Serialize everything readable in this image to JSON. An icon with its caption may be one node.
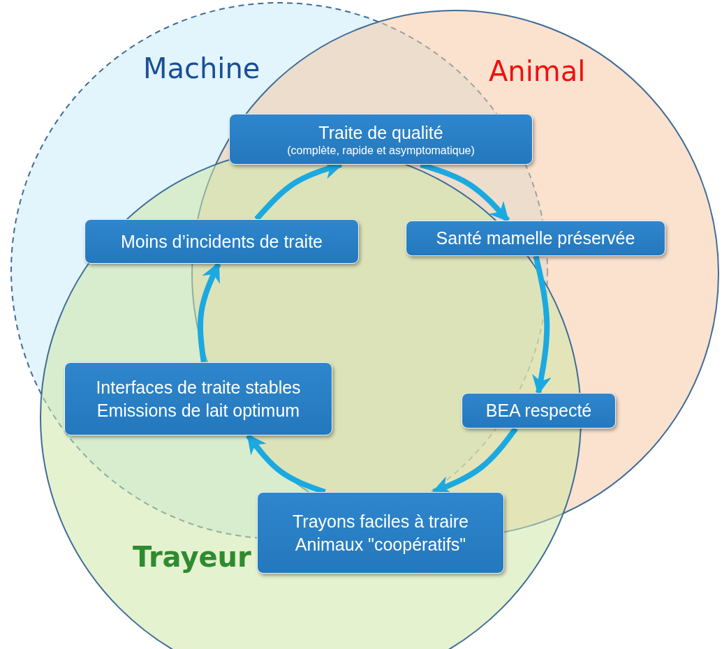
{
  "diagram": {
    "nodes": [
      {
        "text": [
          "Machine"
        ]
      },
      {
        "text": [
          "Animal"
        ]
      },
      {
        "text": [
          "Trayeur"
        ]
      },
      {
        "text": [
          "Traite de qualité",
          "(complète, rapide et asymptomatique)"
        ]
      },
      {
        "text": [
          "Santé mamelle préservée"
        ]
      },
      {
        "text": [
          "BEA respecté"
        ]
      },
      {
        "text": [
          "Trayons faciles à traire",
          "Animaux \"coopératifs\""
        ]
      },
      {
        "text": [
          "Interfaces de traite stables",
          "Emissions de lait optimum"
        ]
      },
      {
        "text": [
          "Moins d’incidents de traite"
        ]
      }
    ],
    "edges": [
      {
        "from": 3,
        "to": 4,
        "arrow": "to"
      },
      {
        "from": 4,
        "to": 5,
        "arrow": "to"
      },
      {
        "from": 5,
        "to": 6,
        "arrow": "to"
      },
      {
        "from": 6,
        "to": 7,
        "arrow": "to"
      },
      {
        "from": 7,
        "to": 8,
        "arrow": "to"
      },
      {
        "from": 8,
        "to": 3,
        "arrow": "to"
      }
    ]
  }
}
